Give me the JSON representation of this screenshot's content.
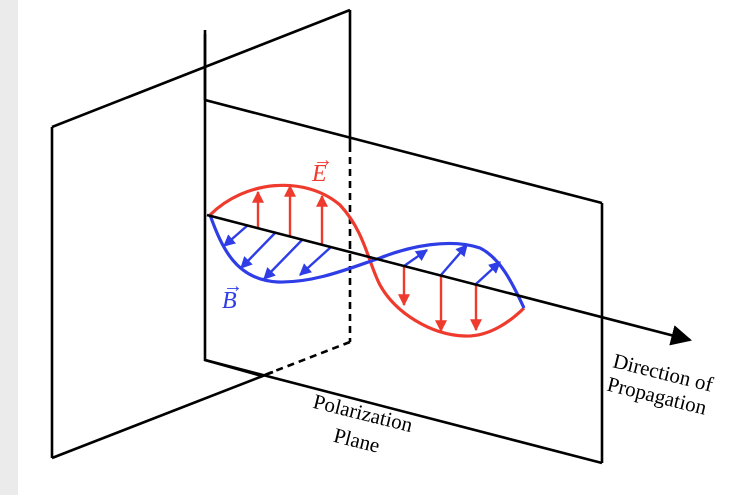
{
  "diagram": {
    "labels": {
      "e_field": "E",
      "b_field": "B",
      "direction_line1": "Direction of",
      "direction_line2": "Propagation",
      "polarization_line1": "Polarization",
      "polarization_line2": "Plane"
    },
    "colors": {
      "background": "#ebebeb",
      "canvas": "#ffffff",
      "outline": "#000000",
      "e_field": "#ee3b2e",
      "b_field": "#2e3de6"
    }
  }
}
